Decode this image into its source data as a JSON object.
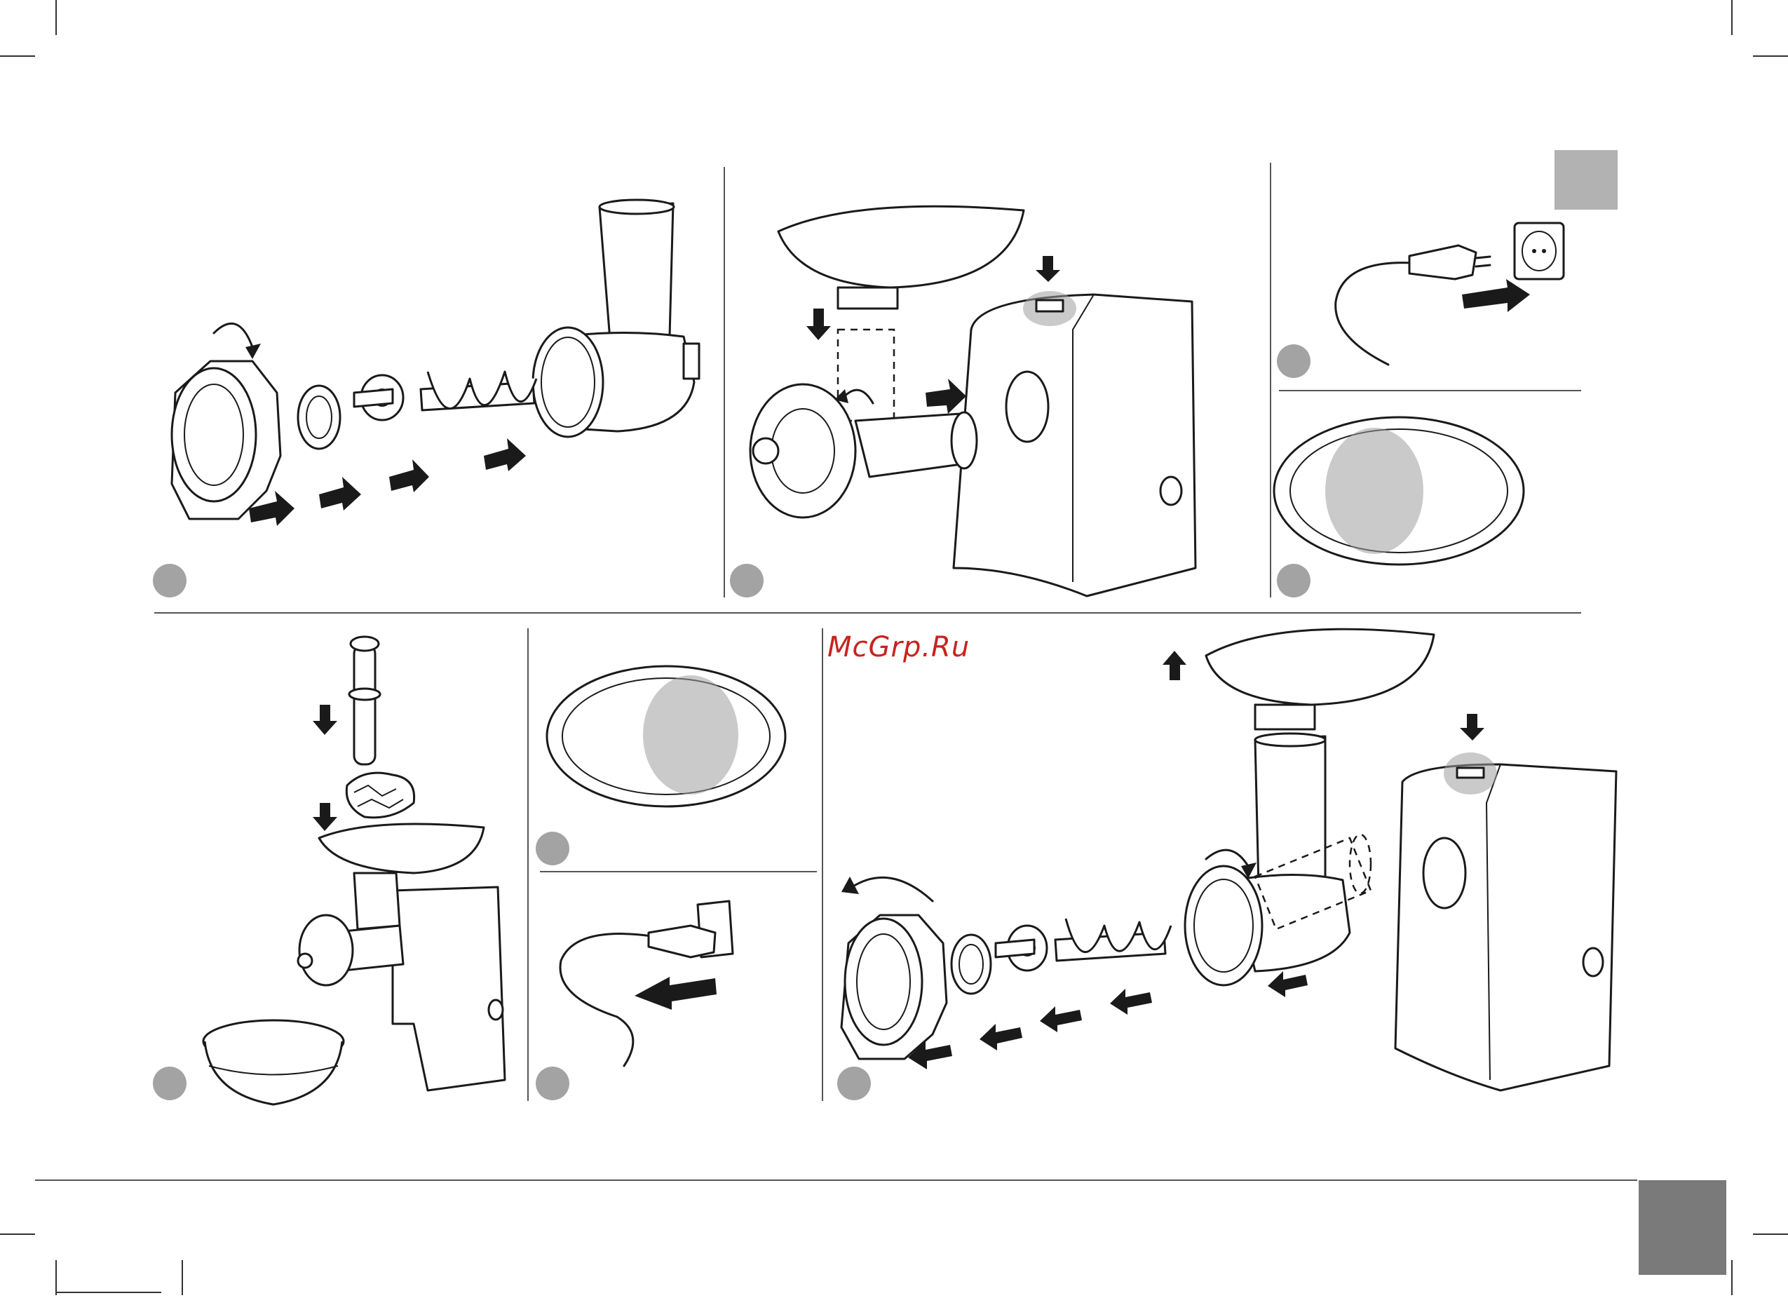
{
  "watermark": "McGrp.Ru",
  "colors": {
    "watermark": "#c8231e",
    "badge": "#a3a3a3",
    "section_tab": "#b2b2b2",
    "page_tab": "#7a7a7a",
    "highlight": "#9e9e9e"
  },
  "panels": [
    {
      "id": "assemble-parts",
      "icons": [
        "ring-nut-icon",
        "cutting-plate-icon",
        "knife-icon",
        "auger-icon",
        "head-tube-icon",
        "arrow-right-icon"
      ]
    },
    {
      "id": "attach-head",
      "icons": [
        "feed-tray-icon",
        "lock-button-icon",
        "motor-unit-icon",
        "rotate-arrow-icon"
      ]
    },
    {
      "id": "plug-in",
      "icons": [
        "power-plug-icon",
        "wall-socket-icon",
        "arrow-right-icon"
      ]
    },
    {
      "id": "read-label",
      "icons": [
        "oval-label-icon"
      ]
    },
    {
      "id": "mince-food",
      "icons": [
        "pusher-icon",
        "meat-icon",
        "bowl-icon",
        "arrow-down-icon"
      ]
    },
    {
      "id": "read-label-2",
      "icons": [
        "oval-label-icon"
      ]
    },
    {
      "id": "unplug",
      "icons": [
        "power-plug-icon",
        "wall-socket-icon",
        "arrow-left-icon"
      ]
    },
    {
      "id": "disassemble",
      "icons": [
        "feed-tray-icon",
        "arrow-up-icon",
        "ring-nut-icon",
        "auger-icon",
        "arrow-left-icon"
      ]
    }
  ]
}
